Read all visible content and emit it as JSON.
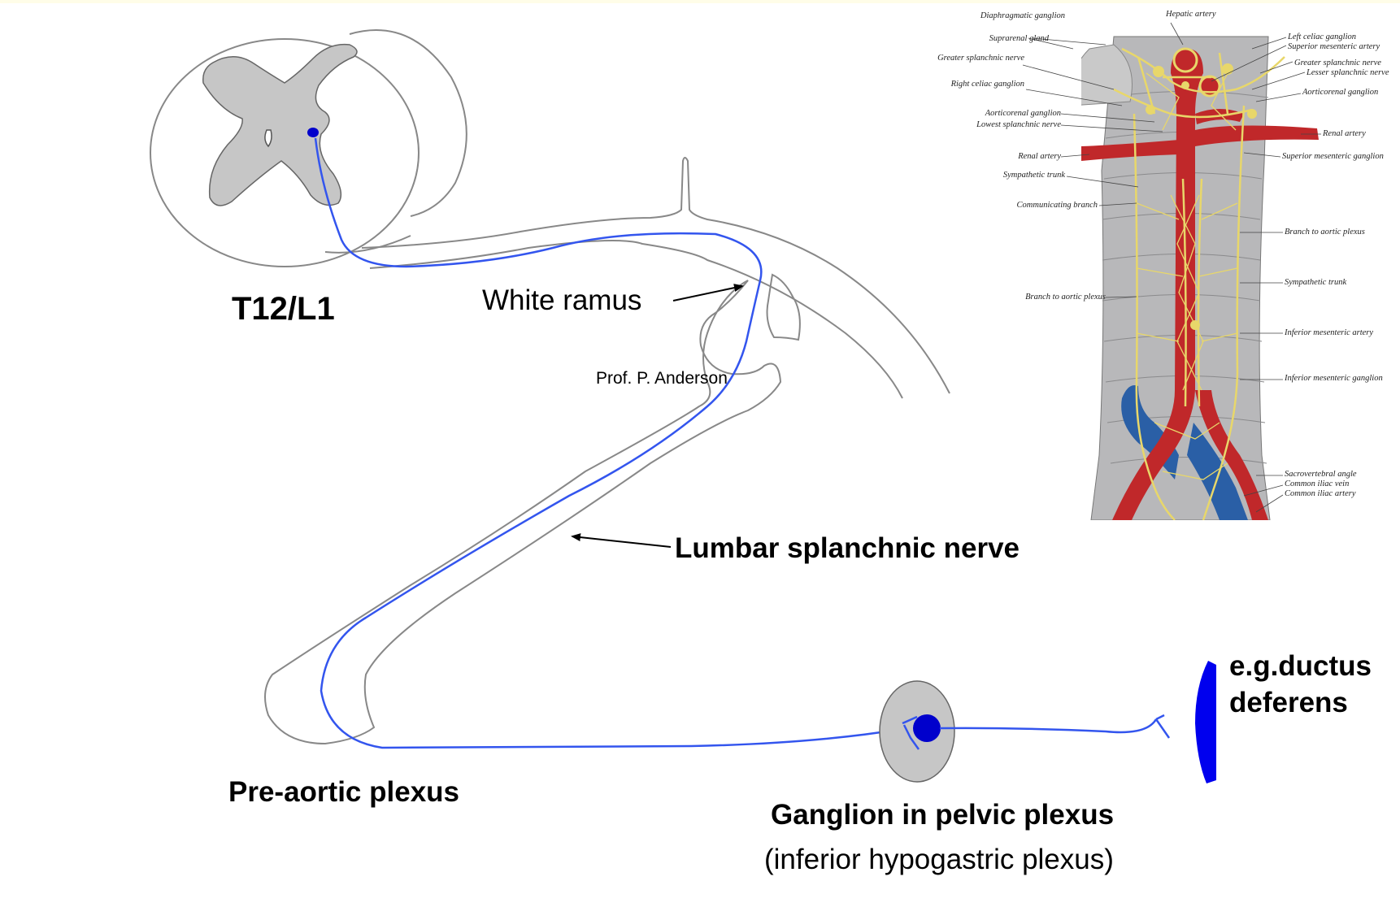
{
  "labels": {
    "level": "T12/L1",
    "white_ramus": "White ramus",
    "credit": "Prof. P. Anderson",
    "lumbar": "Lumbar splanchnic nerve",
    "preaortic": "Pre-aortic plexus",
    "ganglion": "Ganglion in pelvic plexus",
    "ganglion_sub": "(inferior hypogastric plexus)",
    "target_line1": "e.g.ductus",
    "target_line2": "deferens"
  },
  "anatomy_labels": {
    "diaphragmatic_ganglion": "Diaphragmatic ganglion",
    "hepatic_artery": "Hepatic artery",
    "suprarenal_gland": "Suprarenal gland",
    "greater_splanchnic_nerve": "Greater splanchnic nerve",
    "right_celiac_ganglion": "Right celiac ganglion",
    "aorticorenal_ganglion_left": "Aorticorenal ganglion",
    "lowest_splanchnic_nerve": "Lowest splanchnic nerve",
    "renal_artery_left": "Renal artery",
    "sympathetic_trunk_left": "Sympathetic trunk",
    "communicating_branch": "Communicating branch",
    "branch_to_aortic_plexus_left": "Branch to aortic plexus",
    "left_celiac_ganglion": "Left celiac ganglion",
    "superior_mesenteric_artery": "Superior mesenteric artery",
    "greater_splanchnic_nerve_right": "Greater splanchnic nerve",
    "lesser_splanchnic_nerve": "Lesser splanchnic nerve",
    "aorticorenal_ganglion_right": "Aorticorenal ganglion",
    "renal_artery_right": "Renal artery",
    "superior_mesenteric_ganglion": "Superior mesenteric ganglion",
    "branch_to_aortic_plexus_right": "Branch to aortic plexus",
    "sympathetic_trunk_right": "Sympathetic trunk",
    "inferior_mesenteric_artery": "Inferior mesenteric artery",
    "inferior_mesenteric_ganglion": "Inferior mesenteric ganglion",
    "sacrovertebral_angle": "Sacrovertebral angle",
    "common_iliac_vein": "Common iliac vein",
    "common_iliac_artery": "Common iliac artery"
  },
  "colors": {
    "neuron": "#3355ee",
    "cell_body": "#0000cc",
    "grey_matter": "#c6c6c6",
    "outline": "#888888",
    "artery": "#c0282a",
    "vein": "#2a5fa6",
    "nerve": "#e8d76a"
  }
}
